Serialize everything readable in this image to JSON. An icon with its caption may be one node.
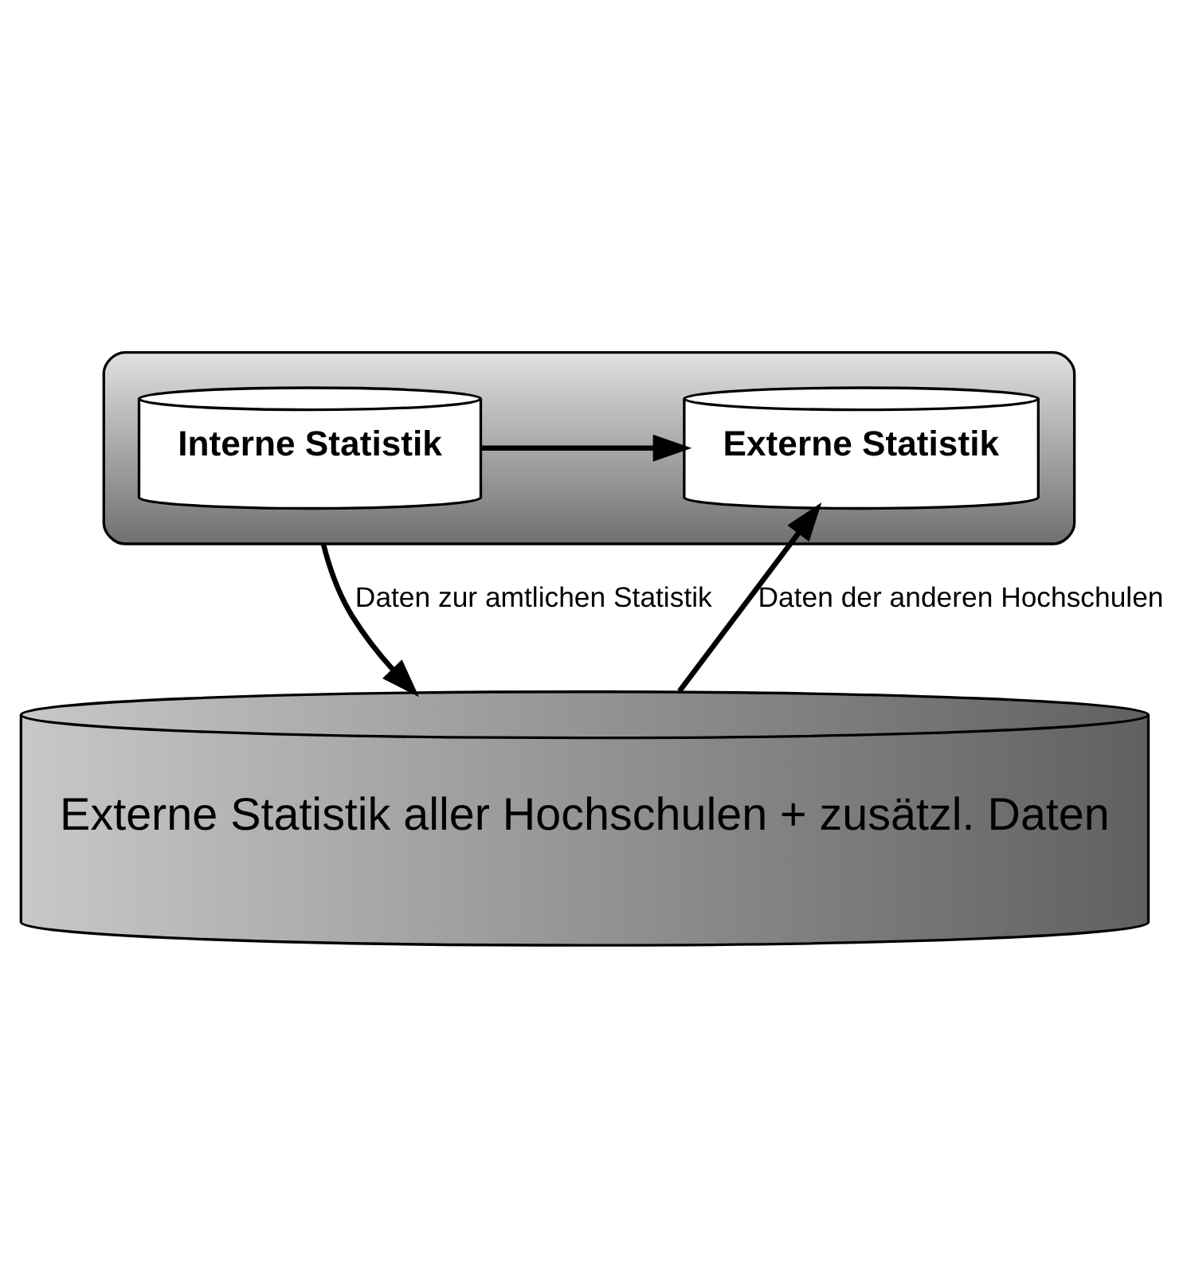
{
  "diagram": {
    "nodes": [
      {
        "text": [],
        "shape": "cylinder"
      },
      {
        "text": [
          "Interne Statistik"
        ],
        "in": 0
      },
      {
        "text": [
          "Externe Statistik"
        ],
        "in": 0
      },
      {
        "text": [
          "Externe Statistik aller Hochschulen + zusätzl. Daten"
        ]
      }
    ],
    "edges": [
      {
        "from": 1,
        "to": 2,
        "arrow": "to"
      },
      {
        "from": 0,
        "to": 3,
        "arrow": "to",
        "label": "Daten zur amtlichen Statistik"
      },
      {
        "from": 3,
        "to": 2,
        "arrow": "to",
        "label": "Daten der anderen Hochschulen"
      }
    ]
  }
}
